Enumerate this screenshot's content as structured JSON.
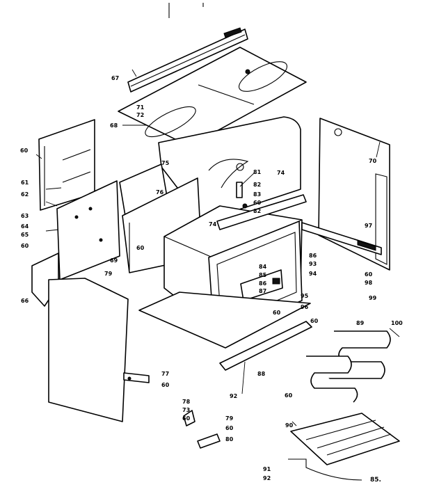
{
  "diagram": {
    "code": "85.",
    "callouts": {
      "c60a": "60",
      "c60b": "60",
      "c60c": "60",
      "c60d": "60",
      "c60e": "60",
      "c60f": "60",
      "c60g": "60",
      "c60h": "60",
      "c60i": "60",
      "c60j": "60",
      "c60k": "60",
      "c61": "61",
      "c62": "62",
      "c63": "63",
      "c64": "64",
      "c65": "65",
      "c66": "66",
      "c67": "67",
      "c68": "68",
      "c69": "69",
      "c70": "70",
      "c71": "71",
      "c72": "72",
      "c73": "73",
      "c74a": "74",
      "c74b": "74",
      "c75": "75",
      "c76": "76",
      "c77": "77",
      "c78": "78",
      "c79a": "79",
      "c79b": "79",
      "c80": "80",
      "c81": "81",
      "c82a": "82",
      "c82b": "82",
      "c83": "83",
      "c84": "84",
      "c85": "85",
      "c86a": "86",
      "c86b": "86",
      "c87": "87",
      "c88": "88",
      "c89": "89",
      "c90": "90",
      "c91": "91",
      "c92a": "92",
      "c92b": "92",
      "c93": "93",
      "c94": "94",
      "c95": "95",
      "c96": "96",
      "c97": "97",
      "c98": "98",
      "c99": "99",
      "c100": "100"
    }
  }
}
